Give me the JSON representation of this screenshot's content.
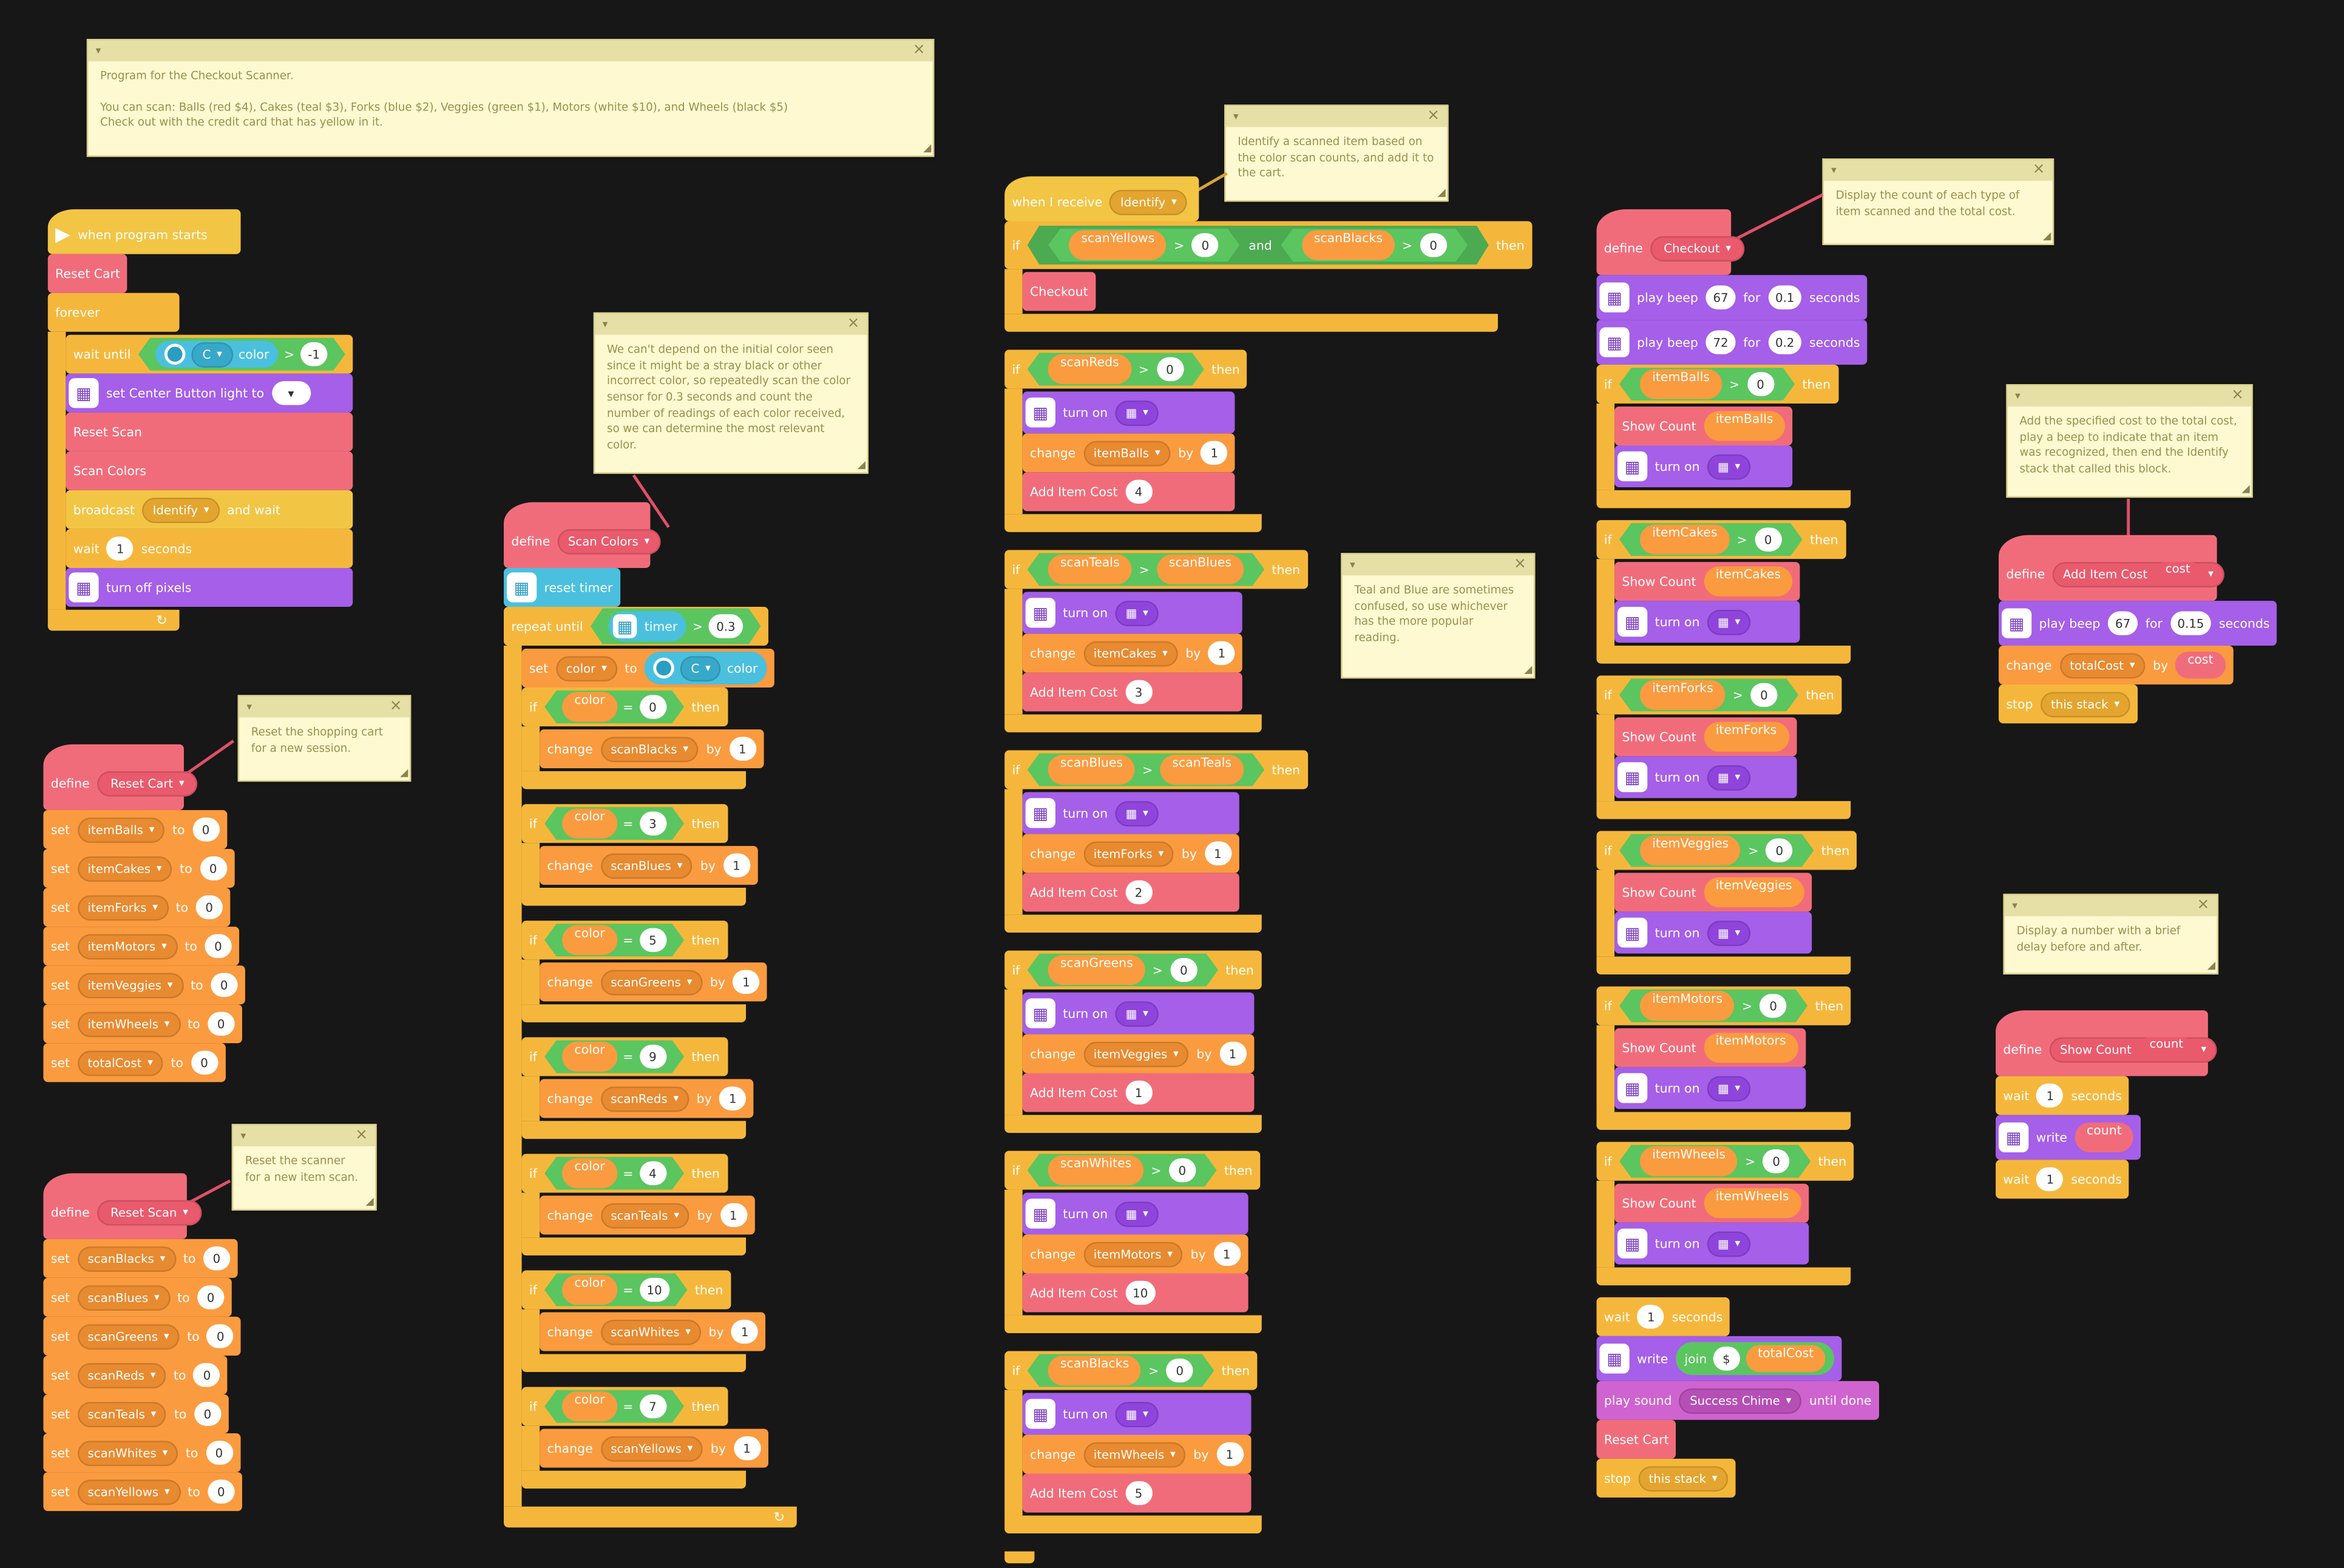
{
  "notes": {
    "header": {
      "line1": "Program for the Checkout Scanner.",
      "line2": "You can scan: Balls (red $4), Cakes (teal $3), Forks (blue $2), Veggies (green $1), Motors (white $10), and Wheels (black $5)",
      "line3": "Check out with the credit card that has yellow in it."
    },
    "reset_cart": "Reset the shopping cart for a new session.",
    "reset_scan": "Reset the scanner for a new item scan.",
    "scan_colors": "We can't depend on the initial color seen since it might be a stray black or other incorrect color, so repeatedly scan the color sensor for 0.3 seconds and count the number of readings of each color received, so we can determine the most relevant color.",
    "identify": "Identify a scanned item based on the color scan counts, and add it to the cart.",
    "teal_blue": "Teal and Blue are sometimes confused, so use whichever has the more popular reading.",
    "checkout": "Display the count of each type of item scanned and the total cost.",
    "add_item_cost": "Add the specified cost to the total cost, play a beep to indicate that an item was recognized, then end  the Identify stack that called this block.",
    "show_count": "Display a number with a brief delay before and after."
  },
  "kw": {
    "when_program_starts": "when program starts",
    "forever": "forever",
    "wait_until": "wait until",
    "set_center": "set Center Button light to",
    "broadcast": "broadcast",
    "and_wait": "and wait",
    "wait": "wait",
    "seconds": "seconds",
    "turn_off_pixels": "turn off pixels",
    "define": "define",
    "set": "set",
    "to": "to",
    "reset_timer": "reset timer",
    "repeat_until": "repeat until",
    "timer": "timer",
    "color": "color",
    "if": "if",
    "then": "then",
    "change": "change",
    "by": "by",
    "when_i_receive": "when I receive",
    "and": "and",
    "turn_on": "turn on",
    "play_beep": "play beep",
    "for": "for",
    "write": "write",
    "join": "join",
    "play_sound": "play sound",
    "until_done": "until done",
    "stop": "stop",
    "this_stack": "this stack"
  },
  "procs": {
    "reset_cart": "Reset Cart",
    "reset_scan": "Reset Scan",
    "scan_colors": "Scan Colors",
    "checkout": "Checkout",
    "add_item_cost": "Add Item Cost",
    "show_count": "Show Count",
    "cost": "cost",
    "count": "count"
  },
  "vals": {
    "port": "C",
    "neg1": "-1",
    "one": "1",
    "identify": "Identify",
    "zero": "0",
    "t03": "0.3",
    "c0": "0",
    "c3": "3",
    "c5": "5",
    "c9": "9",
    "c4": "4",
    "c10": "10",
    "c7": "7",
    "dollar": "$",
    "beep67": "67",
    "beep72": "72",
    "d01": "0.1",
    "d02": "0.2",
    "d015": "0.15",
    "chime": "Success Chime",
    "totalCost": "totalCost"
  },
  "vars": {
    "itemBalls": "itemBalls",
    "itemCakes": "itemCakes",
    "itemForks": "itemForks",
    "itemMotors": "itemMotors",
    "itemVeggies": "itemVeggies",
    "itemWheels": "itemWheels",
    "totalCost": "totalCost",
    "scanBlacks": "scanBlacks",
    "scanBlues": "scanBlues",
    "scanGreens": "scanGreens",
    "scanReds": "scanReds",
    "scanTeals": "scanTeals",
    "scanWhites": "scanWhites",
    "scanYellows": "scanYellows",
    "color": "color"
  },
  "costs": {
    "balls": "4",
    "cakes": "3",
    "forks": "2",
    "veggies": "1",
    "motors": "10",
    "wheels": "5"
  }
}
